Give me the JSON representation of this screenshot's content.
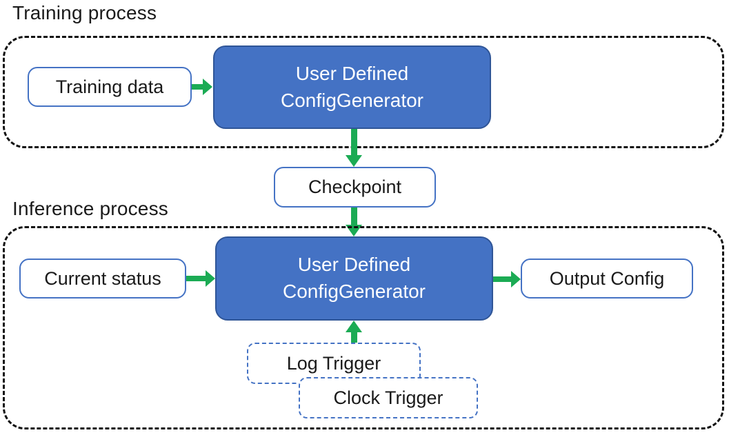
{
  "colors": {
    "node_fill": "#4472C4",
    "node_border": "#2F5597",
    "light_border": "#4472C4",
    "arrow": "#1BAB54",
    "container_border": "#111111"
  },
  "training_section": {
    "title": "Training process",
    "training_data_label": "Training data"
  },
  "generator": {
    "line1": "User Defined",
    "line2": "ConfigGenerator"
  },
  "checkpoint_label": "Checkpoint",
  "inference_section": {
    "title": "Inference process",
    "current_status_label": "Current status",
    "output_config_label": "Output Config",
    "log_trigger_label": "Log Trigger",
    "clock_trigger_label": "Clock Trigger"
  }
}
